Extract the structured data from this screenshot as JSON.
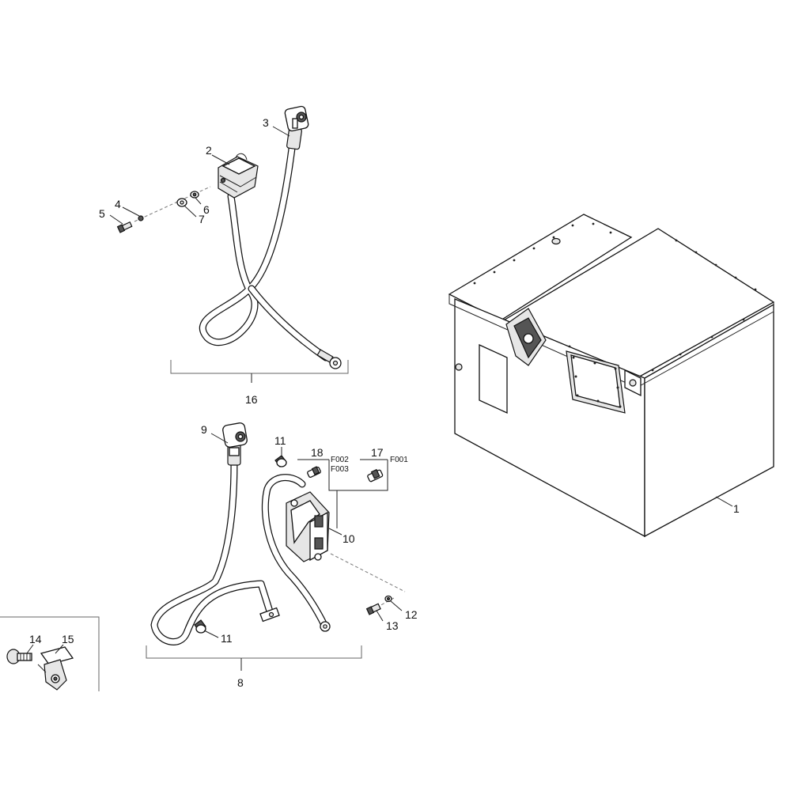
{
  "callouts": {
    "c1": "1",
    "c2": "2",
    "c3": "3",
    "c4": "4",
    "c5": "5",
    "c6": "6",
    "c7": "7",
    "c8": "8",
    "c9": "9",
    "c10": "10",
    "c11a": "11",
    "c11b": "11",
    "c12": "12",
    "c13": "13",
    "c14": "14",
    "c15": "15",
    "c16": "16",
    "c17": "17",
    "c18": "18"
  },
  "references": {
    "f001": "F001",
    "f002": "F002",
    "f003": "F003"
  }
}
